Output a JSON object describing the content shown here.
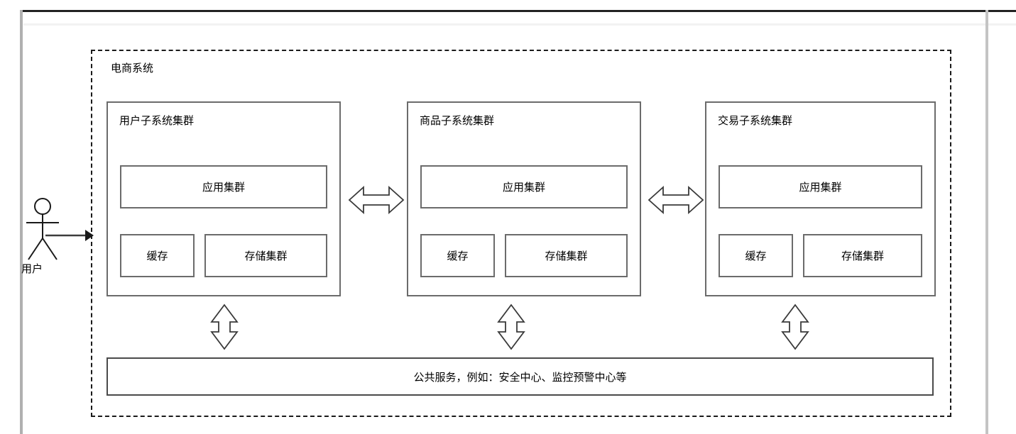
{
  "diagram": {
    "title": "电商系统",
    "actor": {
      "label": "用户",
      "icon": "uml-actor-stick-figure",
      "link_icon": "right-arrow-icon"
    },
    "clusters": [
      {
        "title": "用户子系统集群",
        "app": "应用集群",
        "cache": "缓存",
        "storage": "存储集群"
      },
      {
        "title": "商品子系统集群",
        "app": "应用集群",
        "cache": "缓存",
        "storage": "存储集群"
      },
      {
        "title": "交易子系统集群",
        "app": "应用集群",
        "cache": "缓存",
        "storage": "存储集群"
      }
    ],
    "connectors": {
      "horizontal_icon": "double-headed-horizontal-arrow-icon",
      "vertical_icon": "double-headed-vertical-arrow-icon"
    },
    "shared_services": {
      "label": "公共服务，例如：安全中心、监控预警中心等"
    }
  },
  "colors": {
    "stroke": "#6b6b6b",
    "stroke_dark": "#1a1a1a",
    "background": "#ffffff",
    "chrome_rail": "#b0b0b0",
    "toolbar": "#f2f2f2"
  }
}
